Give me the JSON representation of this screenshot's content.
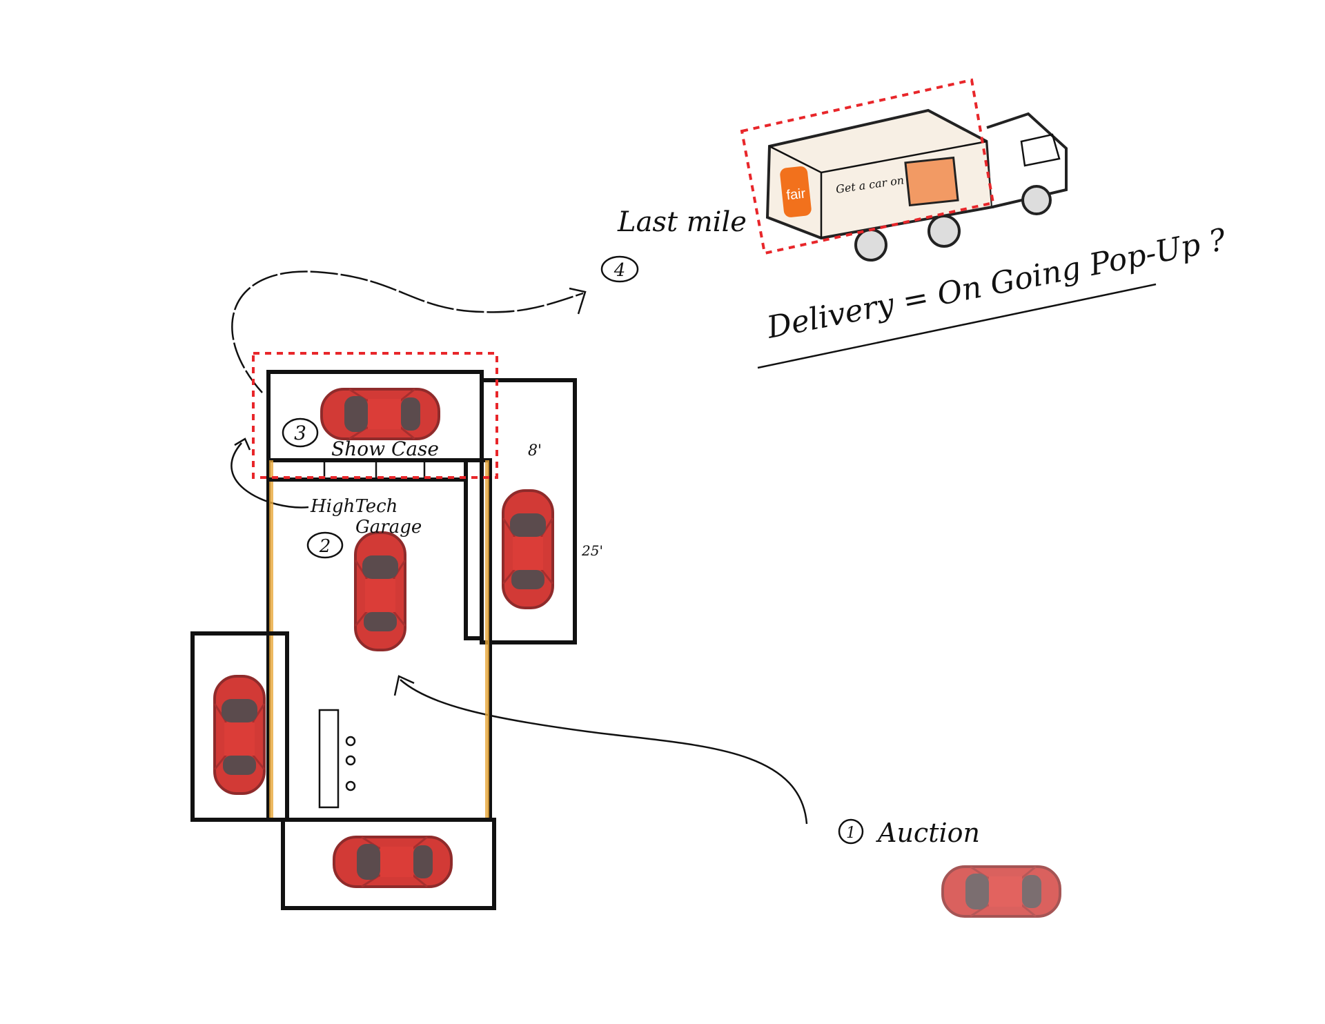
{
  "labels": {
    "last_mile": "Last mile",
    "delivery": "Delivery = On Going Pop-Up ?",
    "show_case": "Show Case",
    "hightech": "HighTech",
    "garage": "Garage",
    "auction": "Auction",
    "dim_8": "8'",
    "dim_25": "25'"
  },
  "steps": {
    "one": "1",
    "two": "2",
    "three": "3",
    "four": "4"
  },
  "truck": {
    "logo": "fair",
    "side_text": "Get a car on"
  },
  "colors": {
    "car_red": "#d23a36",
    "car_dark": "#8f2b2b",
    "window": "#5b4b4d",
    "highlight": "#e8262a",
    "logo": "#f2711c",
    "ochre": "#e9a83a"
  }
}
